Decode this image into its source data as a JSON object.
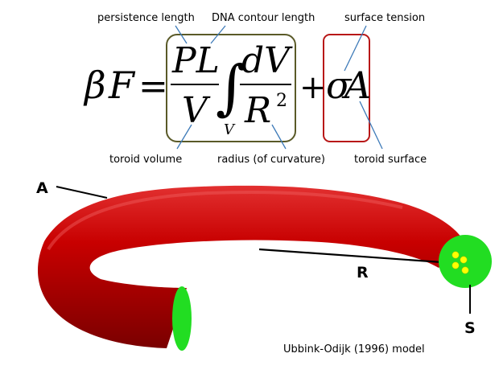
{
  "labels": {
    "persistence_length": "persistence length",
    "dna_contour_length": "DNA contour length",
    "surface_tension": "surface tension",
    "toroid_volume": "toroid volume",
    "radius_curvature": "radius (of curvature)",
    "toroid_surface": "toroid surface"
  },
  "equation": {
    "lhs_beta": "β",
    "lhs_F": "F",
    "equals": "=",
    "numerator_1": "PL",
    "denominator_1": "V",
    "integral_sign": "∫",
    "integral_subscript": "V",
    "numerator_2": "dV",
    "denominator_2": "R",
    "exponent": "2",
    "plus": "+",
    "sigma": "σ",
    "area": "A"
  },
  "diagram": {
    "label_A": "A",
    "label_R": "R",
    "label_S": "S",
    "caption": "Ubbink-Odijk (1996) model"
  },
  "colors": {
    "toroid_red": "#c00000",
    "cross_section_green": "#22dd22",
    "strand_yellow": "#ffff00",
    "box_olive": "#5a5a28",
    "box_red": "#b81818",
    "leader_blue": "#3d7ab8"
  }
}
